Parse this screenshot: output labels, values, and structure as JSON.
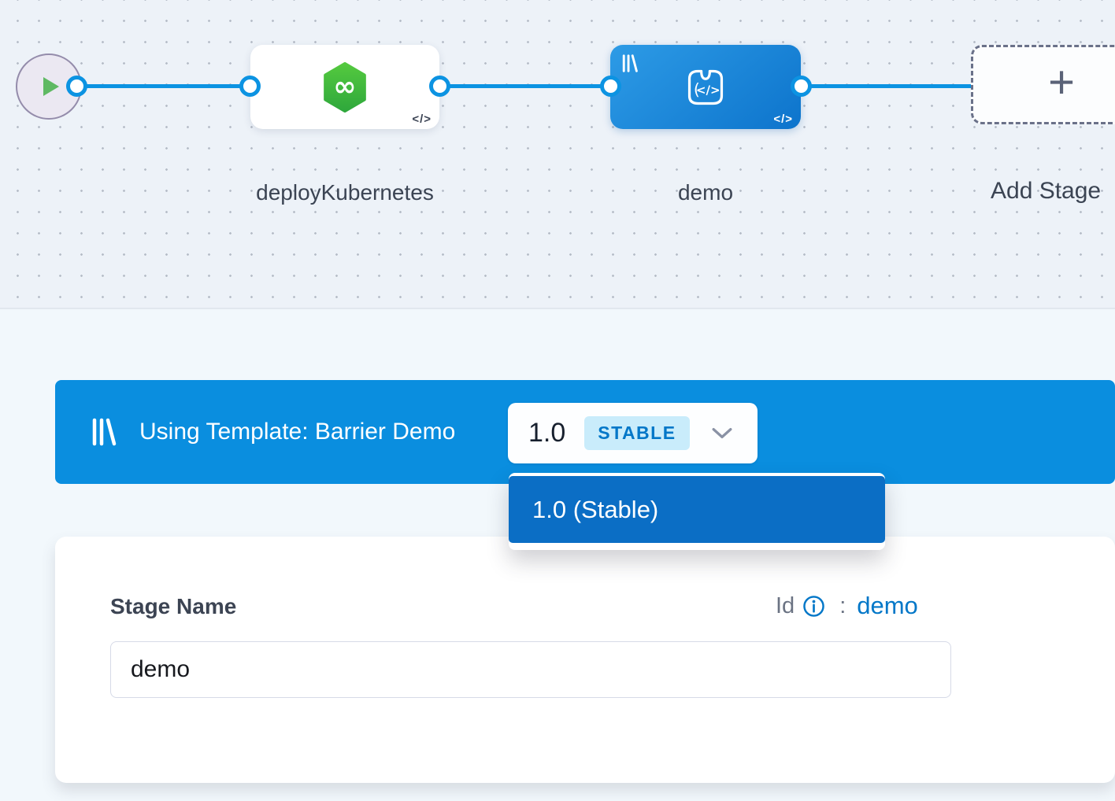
{
  "canvas": {
    "stages": [
      {
        "label": "deployKubernetes"
      },
      {
        "label": "demo"
      }
    ],
    "add_stage_label": "Add Stage"
  },
  "icons": {
    "code_badge": "</>",
    "infinity": "∞",
    "plus": "+"
  },
  "template_banner": {
    "text": "Using Template: Barrier Demo",
    "version": "1.0",
    "badge": "STABLE"
  },
  "version_dropdown": {
    "selected_item": "1.0 (Stable)"
  },
  "stage_form": {
    "name_label": "Stage Name",
    "id_label": "Id",
    "colon": ":",
    "id_value": "demo",
    "name_value": "demo"
  },
  "colors": {
    "banner_blue": "#0a8edf",
    "dropdown_selected_blue": "#0b6ec5",
    "link_blue": "#0277c8",
    "connector_blue": "#0c93e2",
    "deploy_green": "#3fbb3f",
    "canvas_bg": "#edf2f8",
    "page_bg": "#f2f8fc"
  }
}
